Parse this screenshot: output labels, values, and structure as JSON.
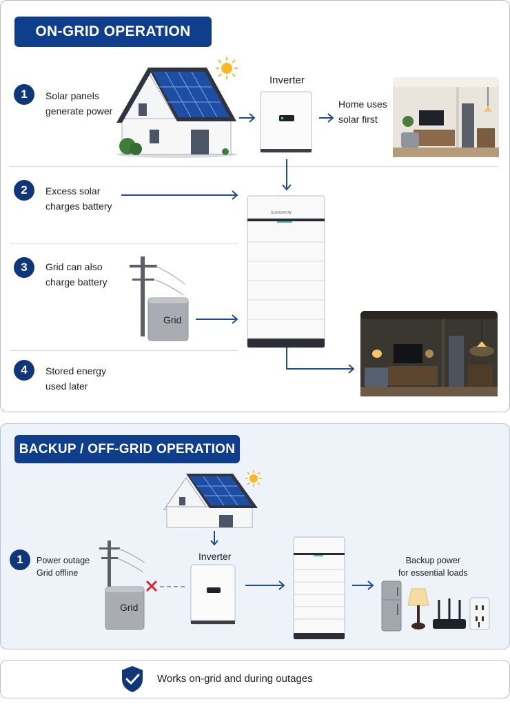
{
  "on_grid": {
    "title": "ON-GRID OPERATION",
    "inverter_label": "Inverter",
    "steps": [
      {
        "number": "1",
        "line1": "Solar panels",
        "line2": "generate power"
      },
      {
        "number": "2",
        "line1": "Excess solar",
        "line2": "charges battery"
      },
      {
        "number": "3",
        "line1": "Grid can also",
        "line2": "charge battery"
      },
      {
        "number": "4",
        "line1": "Stored energy",
        "line2": "used later"
      }
    ],
    "home_line1": "Home uses",
    "home_line2": "solar first",
    "grid_label": "Grid",
    "battery_brand": "SUNGROW"
  },
  "backup": {
    "title": "BACKUP / OFF-GRID OPERATION",
    "step_number": "1",
    "step_line1": "Power outage",
    "step_line2": "Grid offline",
    "inverter_label": "Inverter",
    "grid_label": "Grid",
    "loads_line1": "Backup power",
    "loads_line2": "for essential loads"
  },
  "footer": {
    "text": "Works on-grid and during outages"
  },
  "colors": {
    "accent": "#0f3f8c",
    "arrow": "#1f4a9a",
    "outage_x": "#d8262c"
  }
}
